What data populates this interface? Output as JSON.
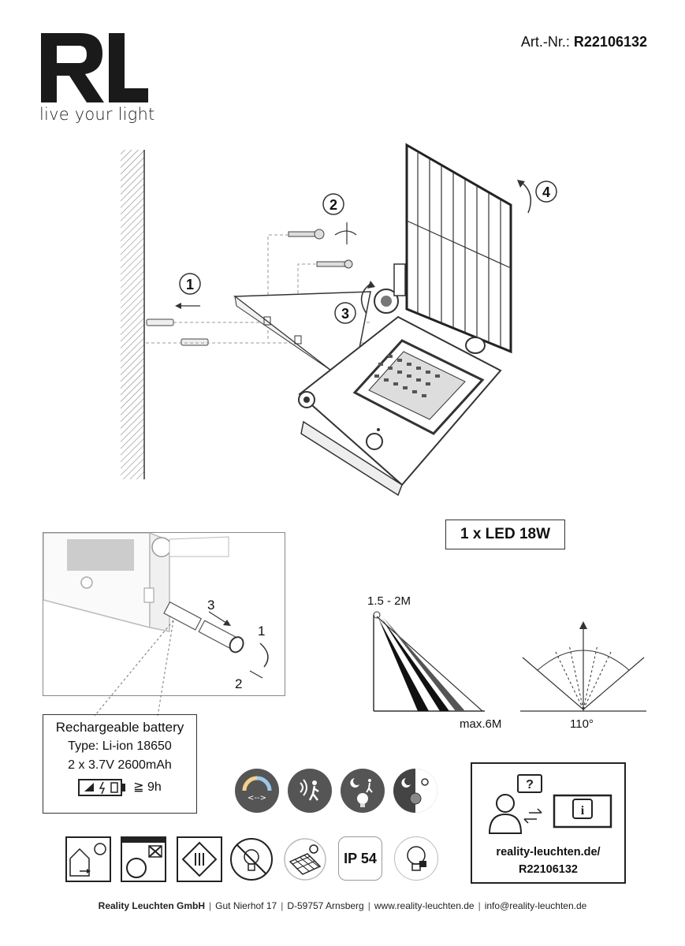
{
  "header": {
    "logo_text": "RL",
    "tagline": "live your light",
    "art_nr_label": "Art.-Nr.:",
    "art_nr_value": "R22106132"
  },
  "steps": [
    "1",
    "2",
    "3",
    "4"
  ],
  "led_spec": "1 x LED 18W",
  "battery": {
    "step_labels": [
      "3",
      "1",
      "2"
    ],
    "title": "Rechargeable battery",
    "type": "Type: Li-ion 18650",
    "spec": "2 x 3.7V 2600mAh",
    "duration": "≧ 9h"
  },
  "sensor": {
    "height_label": "1.5 - 2M",
    "range_label": "max.6M",
    "angle_label": "110°"
  },
  "icons_row1": [
    "color-temperature-icon",
    "motion-sensor-icon",
    "night-motion-icon",
    "day-night-sensor-icon"
  ],
  "icons_row2": [
    "outdoor-light-icon",
    "not-for-ceiling-icon",
    "protection-class-iii-icon",
    "led-not-replaceable-icon",
    "solar-panel-icon"
  ],
  "ip_rating": "IP 54",
  "info": {
    "url_line1": "reality-leuchten.de/",
    "url_line2": "R22106132"
  },
  "footer": {
    "company": "Reality Leuchten GmbH",
    "street": "Gut Nierhof 17",
    "city": "D-59757 Arnsberg",
    "website": "www.reality-leuchten.de",
    "email": "info@reality-leuchten.de"
  },
  "colors": {
    "text": "#111111",
    "icon_bg": "#555555",
    "line": "#333333"
  }
}
